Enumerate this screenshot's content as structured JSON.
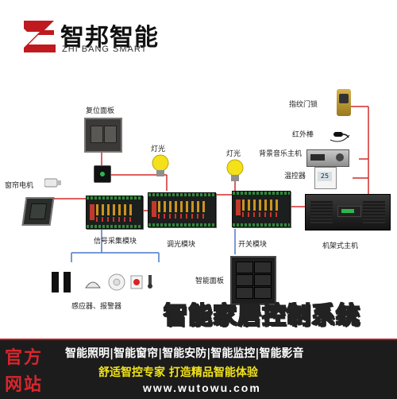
{
  "brand": {
    "name": "智邦智能",
    "sub": "ZHI BANG SMART",
    "color": "#c0191f"
  },
  "diagram": {
    "labels": {
      "reset_panel": "复位面板",
      "light1": "灯光",
      "light2": "灯光",
      "fingerprint_lock": "指纹门锁",
      "infrared": "红外棒",
      "bgm_host": "背景音乐主机",
      "thermostat": "温控器",
      "curtain_motor": "窗帘电机",
      "signal_module": "信号采集模块",
      "dimmer_module": "调光模块",
      "switch_module": "开关模块",
      "rack_host": "机架式主机",
      "smart_panel": "智能面板",
      "sensors": "感应器、报警器"
    },
    "headline": "智能家居控制系统"
  },
  "footer": {
    "badge_line1": "官方",
    "badge_line2": "网站",
    "features": "智能照明|智能窗帘|智能安防|智能监控|智能影音",
    "slogan": "舒适智控专家  打造精品智能体验",
    "url": "www.wutowu.com"
  },
  "colors": {
    "wire_red": "#d42a2a",
    "wire_blue": "#4a78c8",
    "wire_black": "#222222",
    "footer_bg": "#1c1c1c",
    "accent_yellow": "#f2e31a"
  }
}
